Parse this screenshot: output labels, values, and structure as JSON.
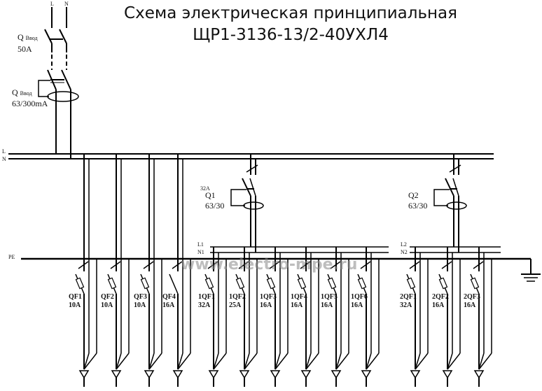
{
  "title": {
    "line1": "Схема электрическая принципиальная",
    "line2": "ЩР1-3136-13/2-40УХЛ4"
  },
  "incoming": {
    "phase_l": "L",
    "phase_n": "N",
    "breaker_name": "Q",
    "breaker_sub": "Ввод",
    "breaker_rating": "50A",
    "rcd_name": "Q",
    "rcd_sub": "Ввод",
    "rcd_rating": "63/300mA"
  },
  "buses": {
    "main_l": "L",
    "main_n": "N",
    "pe": "PE",
    "l1": "L1",
    "n1": "N1",
    "l2": "L2",
    "n2": "N2"
  },
  "rcds": [
    {
      "name": "Q1",
      "current": "32A",
      "rating": "63/30"
    },
    {
      "name": "Q2",
      "rating": "63/30"
    }
  ],
  "feeders": [
    {
      "name": "QF1",
      "rating": "10A",
      "group": 0
    },
    {
      "name": "QF2",
      "rating": "10A",
      "group": 0
    },
    {
      "name": "QF3",
      "rating": "10A",
      "group": 0
    },
    {
      "name": "QF4",
      "rating": "16A",
      "group": 0
    },
    {
      "name": "1QF1",
      "rating": "32A",
      "group": 1
    },
    {
      "name": "1QF2",
      "rating": "25A",
      "group": 1
    },
    {
      "name": "1QF3",
      "rating": "16A",
      "group": 1
    },
    {
      "name": "1QF4",
      "rating": "16A",
      "group": 1
    },
    {
      "name": "1QF5",
      "rating": "16A",
      "group": 1
    },
    {
      "name": "1QF6",
      "rating": "16A",
      "group": 1
    },
    {
      "name": "2QF1",
      "rating": "32A",
      "group": 2
    },
    {
      "name": "2QF2",
      "rating": "16A",
      "group": 2
    },
    {
      "name": "2QF3",
      "rating": "16A",
      "group": 2
    }
  ],
  "watermark": "www.electro-mpe.ru"
}
